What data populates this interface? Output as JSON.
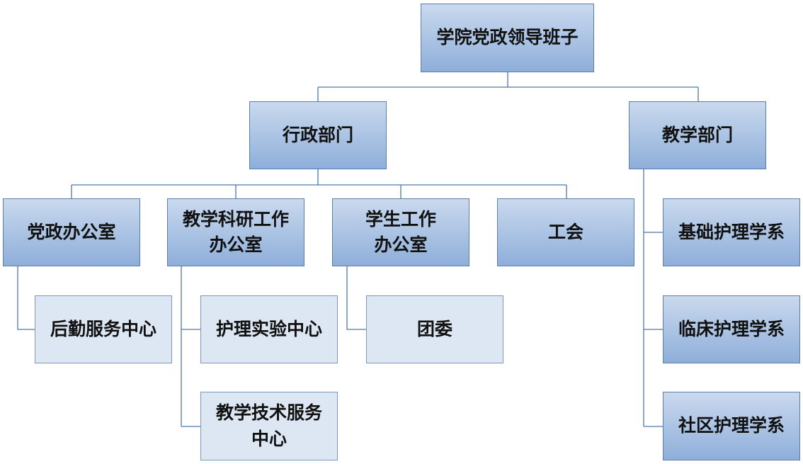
{
  "colors": {
    "connector": "#4f79a8",
    "node_border": "#5b7fa9",
    "node_fill_top": "#cad9ee",
    "node_fill_bottom": "#8eaed9",
    "sub_node_fill": "#dde7f3"
  },
  "org": {
    "root": "学院党政领导班子",
    "admin": {
      "label": "行政部门",
      "party_office": "党政办公室",
      "research_office": "教学科研工作\n办公室",
      "student_office": "学生工作\n办公室",
      "union": "工会",
      "logistics_center": "后勤服务中心",
      "nursing_lab": "护理实验中心",
      "tech_service_center": "教学技术服务\n中心",
      "youth_league": "团委"
    },
    "teaching": {
      "label": "教学部门",
      "basic_nursing": "基础护理学系",
      "clinical_nursing": "临床护理学系",
      "community_nursing": "社区护理学系"
    }
  }
}
